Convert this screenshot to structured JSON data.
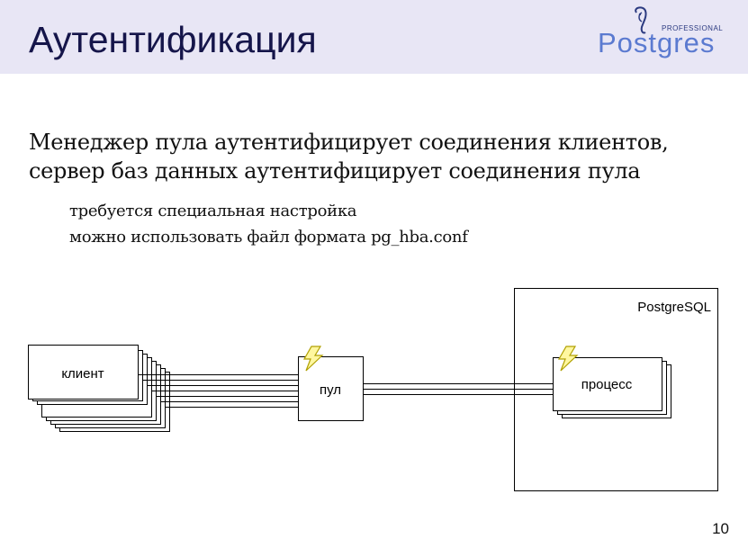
{
  "slide": {
    "title": "Аутентификация",
    "page_number": "10"
  },
  "logo": {
    "subtitle": "PROFESSIONAL",
    "wordmark": "Postgres"
  },
  "content": {
    "main_lines": [
      "Менеджер пула аутентифицирует соединения клиентов,",
      "сервер баз данных аутентифицирует соединения пула"
    ],
    "sub_items": [
      "требуется специальная настройка",
      "можно использовать файл формата pg_hba.conf"
    ]
  },
  "diagram": {
    "client_label": "клиент",
    "pool_label": "пул",
    "server_label": "PostgreSQL",
    "process_label": "процесс",
    "icons": [
      "lightning-icon",
      "lightning-icon"
    ],
    "colors": {
      "bolt_fill": "#fff7a0",
      "bolt_stroke": "#b0a000",
      "line": "#000000"
    }
  }
}
